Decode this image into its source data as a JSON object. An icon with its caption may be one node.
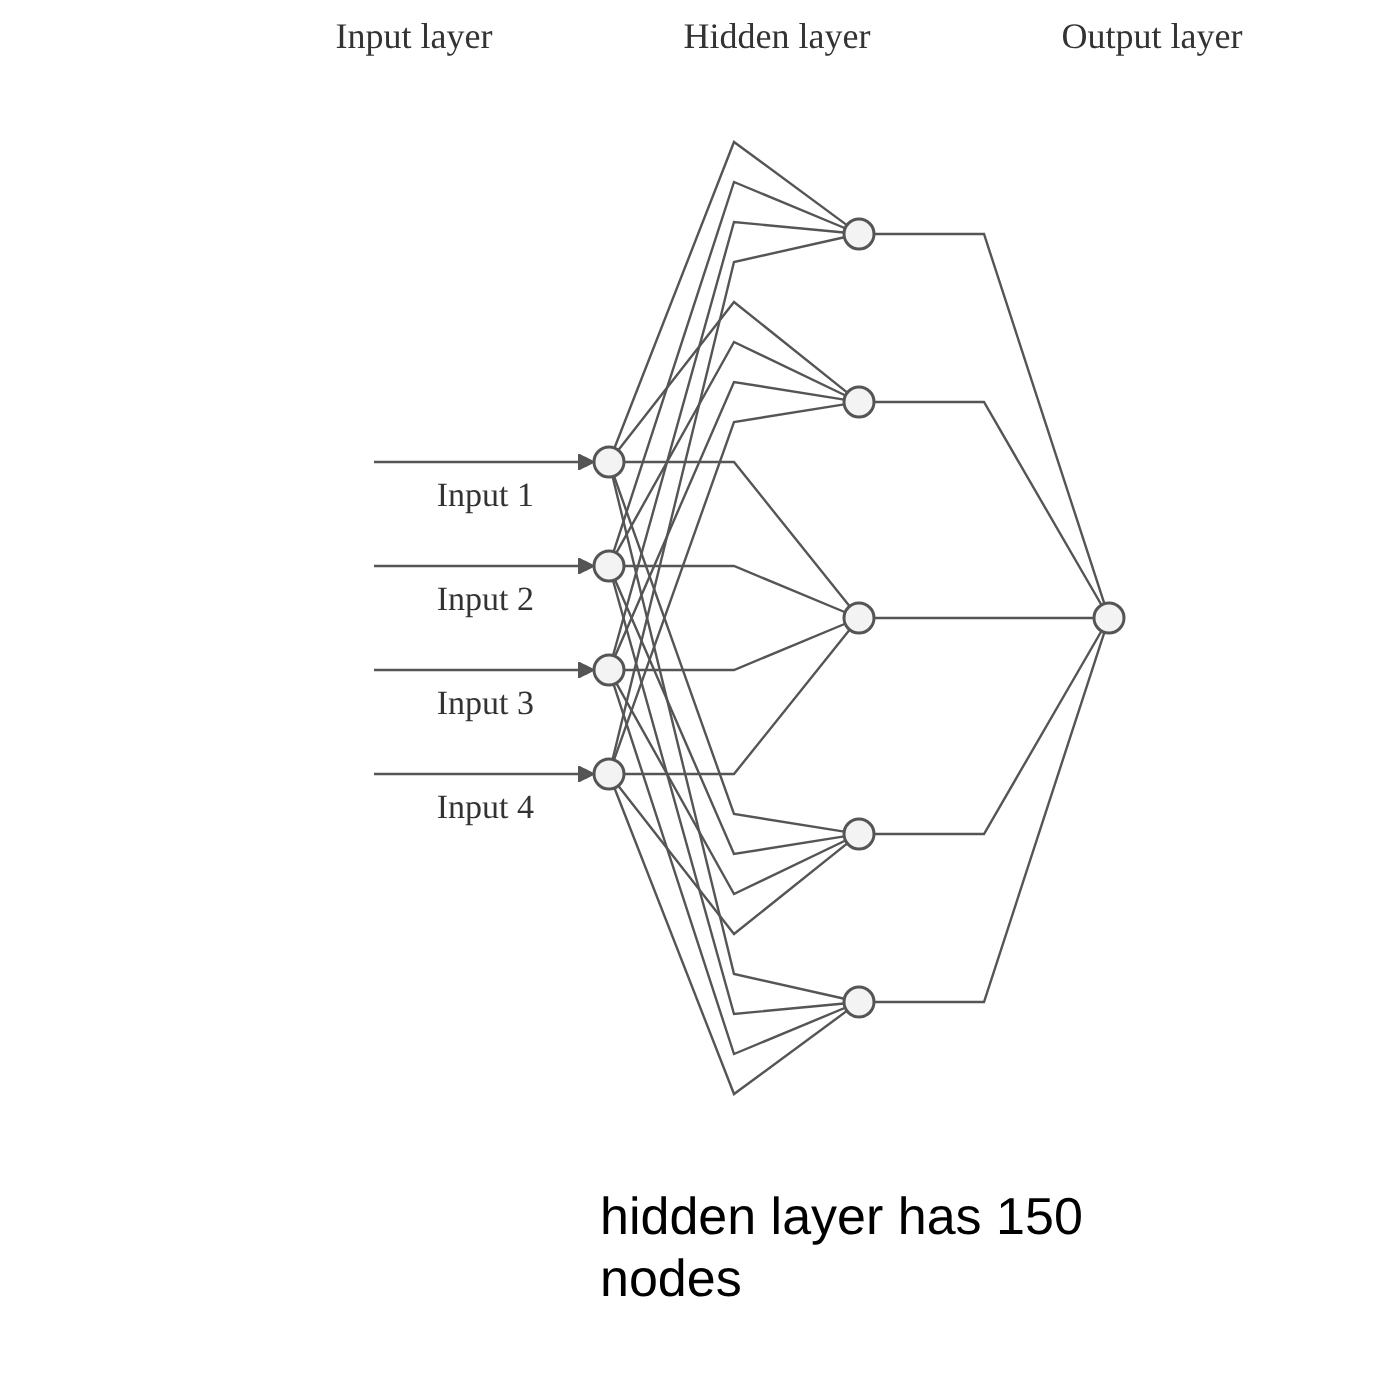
{
  "diagram": {
    "nodes": [
      {
        "text": [],
        "shape": "circle",
        "beside": [
          "Input 1"
        ]
      },
      {
        "text": [],
        "shape": "circle",
        "beside": [
          "Input 2"
        ]
      },
      {
        "text": [],
        "shape": "circle",
        "beside": [
          "Input 3"
        ]
      },
      {
        "text": [],
        "shape": "circle",
        "beside": [
          "Input 4"
        ]
      },
      {
        "text": [],
        "shape": "circle"
      },
      {
        "text": [],
        "shape": "circle"
      },
      {
        "text": [],
        "shape": "circle"
      },
      {
        "text": [],
        "shape": "circle"
      },
      {
        "text": [],
        "shape": "circle"
      },
      {
        "text": [],
        "shape": "circle"
      }
    ],
    "edges": [
      {
        "from": null,
        "to": 0,
        "arrow": "to"
      },
      {
        "from": null,
        "to": 1,
        "arrow": "to"
      },
      {
        "from": null,
        "to": 2,
        "arrow": "to"
      },
      {
        "from": null,
        "to": 3,
        "arrow": "to"
      },
      {
        "from": 0,
        "to": 4,
        "arrow": "none"
      },
      {
        "from": 0,
        "to": 5,
        "arrow": "none"
      },
      {
        "from": 0,
        "to": 6,
        "arrow": "none"
      },
      {
        "from": 0,
        "to": 7,
        "arrow": "none"
      },
      {
        "from": 0,
        "to": 8,
        "arrow": "none"
      },
      {
        "from": 1,
        "to": 4,
        "arrow": "none"
      },
      {
        "from": 1,
        "to": 5,
        "arrow": "none"
      },
      {
        "from": 1,
        "to": 6,
        "arrow": "none"
      },
      {
        "from": 1,
        "to": 7,
        "arrow": "none"
      },
      {
        "from": 1,
        "to": 8,
        "arrow": "none"
      },
      {
        "from": 2,
        "to": 4,
        "arrow": "none"
      },
      {
        "from": 2,
        "to": 5,
        "arrow": "none"
      },
      {
        "from": 2,
        "to": 6,
        "arrow": "none"
      },
      {
        "from": 2,
        "to": 7,
        "arrow": "none"
      },
      {
        "from": 2,
        "to": 8,
        "arrow": "none"
      },
      {
        "from": 3,
        "to": 4,
        "arrow": "none"
      },
      {
        "from": 3,
        "to": 5,
        "arrow": "none"
      },
      {
        "from": 3,
        "to": 6,
        "arrow": "none"
      },
      {
        "from": 3,
        "to": 7,
        "arrow": "none"
      },
      {
        "from": 3,
        "to": 8,
        "arrow": "none"
      },
      {
        "from": 4,
        "to": 9,
        "arrow": "none"
      },
      {
        "from": 5,
        "to": 9,
        "arrow": "none"
      },
      {
        "from": 6,
        "to": 9,
        "arrow": "none"
      },
      {
        "from": 7,
        "to": 9,
        "arrow": "none"
      },
      {
        "from": 8,
        "to": 9,
        "arrow": "none"
      }
    ],
    "labels": [
      "Input layer",
      "Hidden layer",
      "Output layer",
      "hidden layer has 150 nodes"
    ]
  }
}
